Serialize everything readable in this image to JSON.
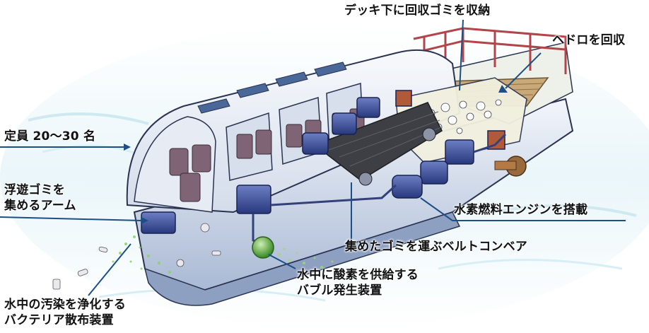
{
  "labels": {
    "deck_storage": "デッキ下に回収ゴミを収納",
    "sludge": "ヘドロを回収",
    "capacity": "定員 20〜30 名",
    "arm_line1": "浮遊ゴミを",
    "arm_line2": "集めるアーム",
    "engine": "水素燃料エンジンを搭載",
    "conveyor": "集めたゴミを運ぶベルトコンベア",
    "bubble_line1": "水中に酸素を供給する",
    "bubble_line2": "バブル発生装置",
    "bacteria_line1": "水中の汚染を浄化する",
    "bacteria_line2": "バクテリア散布装置"
  },
  "colors": {
    "hull": "#dde6f3",
    "hull_shadow": "#9fb2cf",
    "cabin_glass": "#eef2f8",
    "seat": "#7e6474",
    "machine": "#3c4f9c",
    "deck_wood": "#c8a977",
    "rail": "#b3444a",
    "callout_line": "#1b4f86",
    "water": "#e8f5f9",
    "bubbles": "#7fcf5a"
  }
}
